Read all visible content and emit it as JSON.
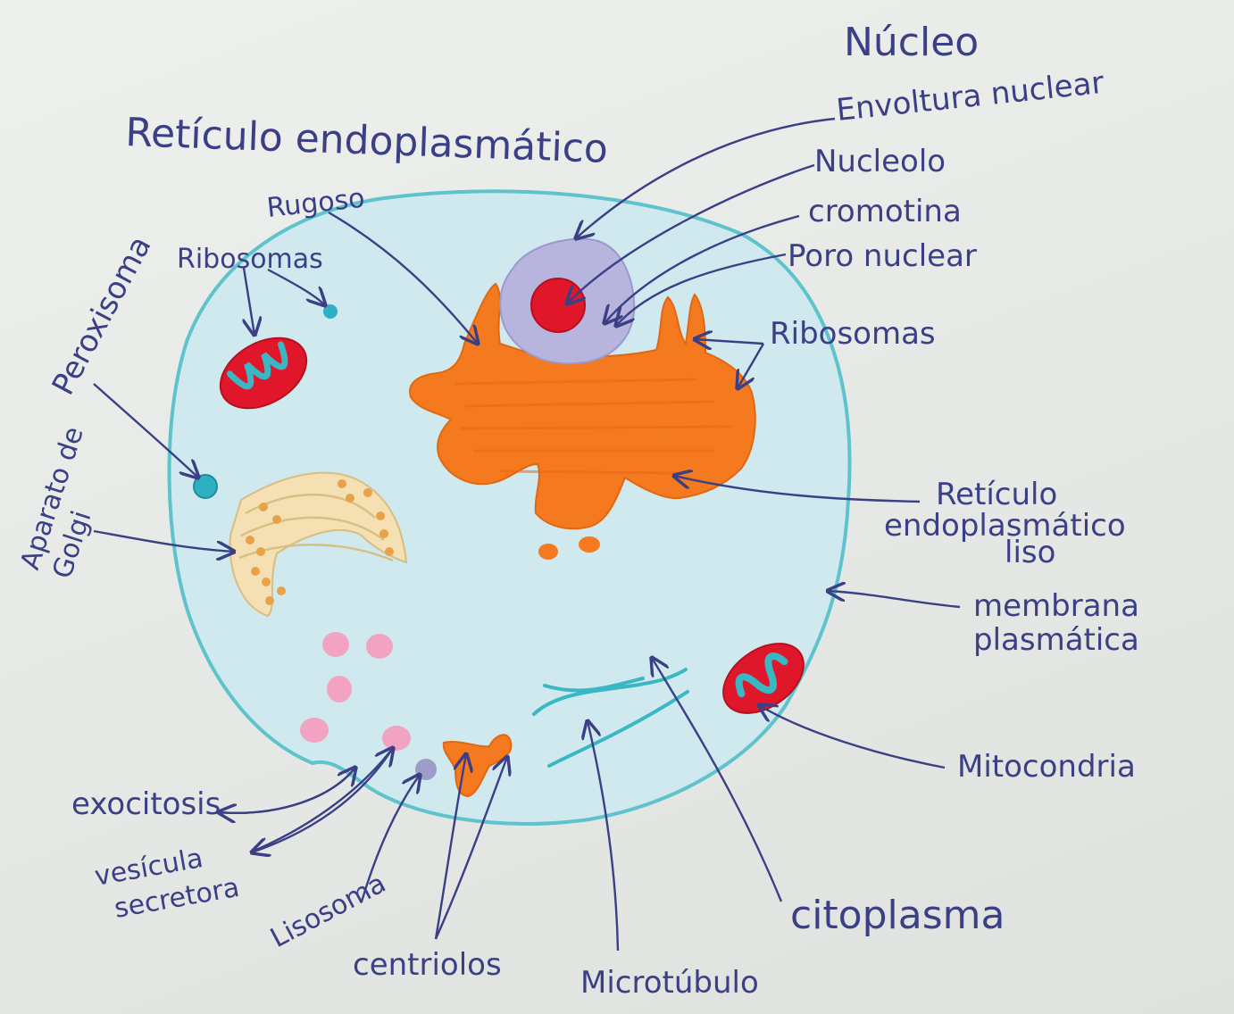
{
  "labels": {
    "nucleo": "Núcleo",
    "envoltura_nuclear": "Envoltura nuclear",
    "nucleolo": "Nucleolo",
    "cromatina": "cromotina",
    "poro_nuclear": "Poro nuclear",
    "reticulo_endoplasmatico": "Retículo endoplasmático",
    "rugoso": "Rugoso",
    "ribosomas_top": "Ribosomas",
    "ribosomas_right": "Ribosomas",
    "peroxisoma": "Peroxisoma",
    "aparato_de_golgi_line1": "Aparato de",
    "aparato_de_golgi_line2": "Golgi",
    "reticulo_liso_line1": "Retículo",
    "reticulo_liso_line2": "endoplasmático",
    "reticulo_liso_line3": "liso",
    "membrana_line1": "membrana",
    "membrana_line2": "plasmática",
    "mitocondria": "Mitocondria",
    "citoplasma": "citoplasma",
    "microtubulo": "Microtúbulo",
    "centriolos": "centriolos",
    "lisosoma": "Lisosoma",
    "vesicula_line1": "vesícula",
    "vesicula_line2": "secretora",
    "exocitosis": "exocitosis"
  },
  "colors": {
    "paper": "#e8eae8",
    "ink": "#3b3f86",
    "cytoplasm": "#cfe9ee",
    "membrane": "#5ec3cc",
    "nucleus": "#b7b4de",
    "nucleolus": "#e0172b",
    "reticulum": "#f57a1f",
    "mitochondria": "#e0172b",
    "cristae": "#3ab7c5",
    "golgi": "#f4e0b2",
    "golgi_dots": "#e8a24a",
    "vesicles": "#f2a3c2",
    "lysosome": "#9e9cc8"
  }
}
